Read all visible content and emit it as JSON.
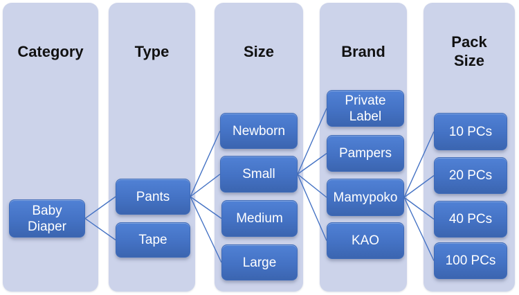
{
  "colors": {
    "background": "#ffffff",
    "panel_bg": "#ccd3ea",
    "accent": "#4472c4",
    "node_gradient_top": "#5081d5",
    "node_gradient_mid": "#4472c4",
    "node_gradient_bottom": "#3b65b0",
    "node_text": "#ffffff",
    "title_text": "#111111",
    "connector": "#4472c4"
  },
  "diagram": {
    "columns": [
      {
        "id": "category",
        "title": "Category",
        "nodes": [
          {
            "id": "baby-diaper",
            "label": "Baby\nDiaper"
          }
        ]
      },
      {
        "id": "type",
        "title": "Type",
        "nodes": [
          {
            "id": "pants",
            "label": "Pants"
          },
          {
            "id": "tape",
            "label": "Tape"
          }
        ]
      },
      {
        "id": "size",
        "title": "Size",
        "nodes": [
          {
            "id": "newborn",
            "label": "Newborn"
          },
          {
            "id": "small",
            "label": "Small"
          },
          {
            "id": "medium",
            "label": "Medium"
          },
          {
            "id": "large",
            "label": "Large"
          }
        ]
      },
      {
        "id": "brand",
        "title": "Brand",
        "nodes": [
          {
            "id": "private-label",
            "label": "Private\nLabel"
          },
          {
            "id": "pampers",
            "label": "Pampers"
          },
          {
            "id": "mamypoko",
            "label": "Mamypoko"
          },
          {
            "id": "kao",
            "label": "KAO"
          }
        ]
      },
      {
        "id": "pack-size",
        "title": "Pack\nSize",
        "nodes": [
          {
            "id": "pcs-10",
            "label": "10 PCs"
          },
          {
            "id": "pcs-20",
            "label": "20 PCs"
          },
          {
            "id": "pcs-40",
            "label": "40 PCs"
          },
          {
            "id": "pcs-100",
            "label": "100 PCs"
          }
        ]
      }
    ],
    "edges": [
      [
        "baby-diaper",
        "pants"
      ],
      [
        "baby-diaper",
        "tape"
      ],
      [
        "pants",
        "newborn"
      ],
      [
        "pants",
        "small"
      ],
      [
        "pants",
        "medium"
      ],
      [
        "pants",
        "large"
      ],
      [
        "small",
        "private-label"
      ],
      [
        "small",
        "pampers"
      ],
      [
        "small",
        "mamypoko"
      ],
      [
        "small",
        "kao"
      ],
      [
        "mamypoko",
        "pcs-10"
      ],
      [
        "mamypoko",
        "pcs-20"
      ],
      [
        "mamypoko",
        "pcs-40"
      ],
      [
        "mamypoko",
        "pcs-100"
      ]
    ]
  }
}
